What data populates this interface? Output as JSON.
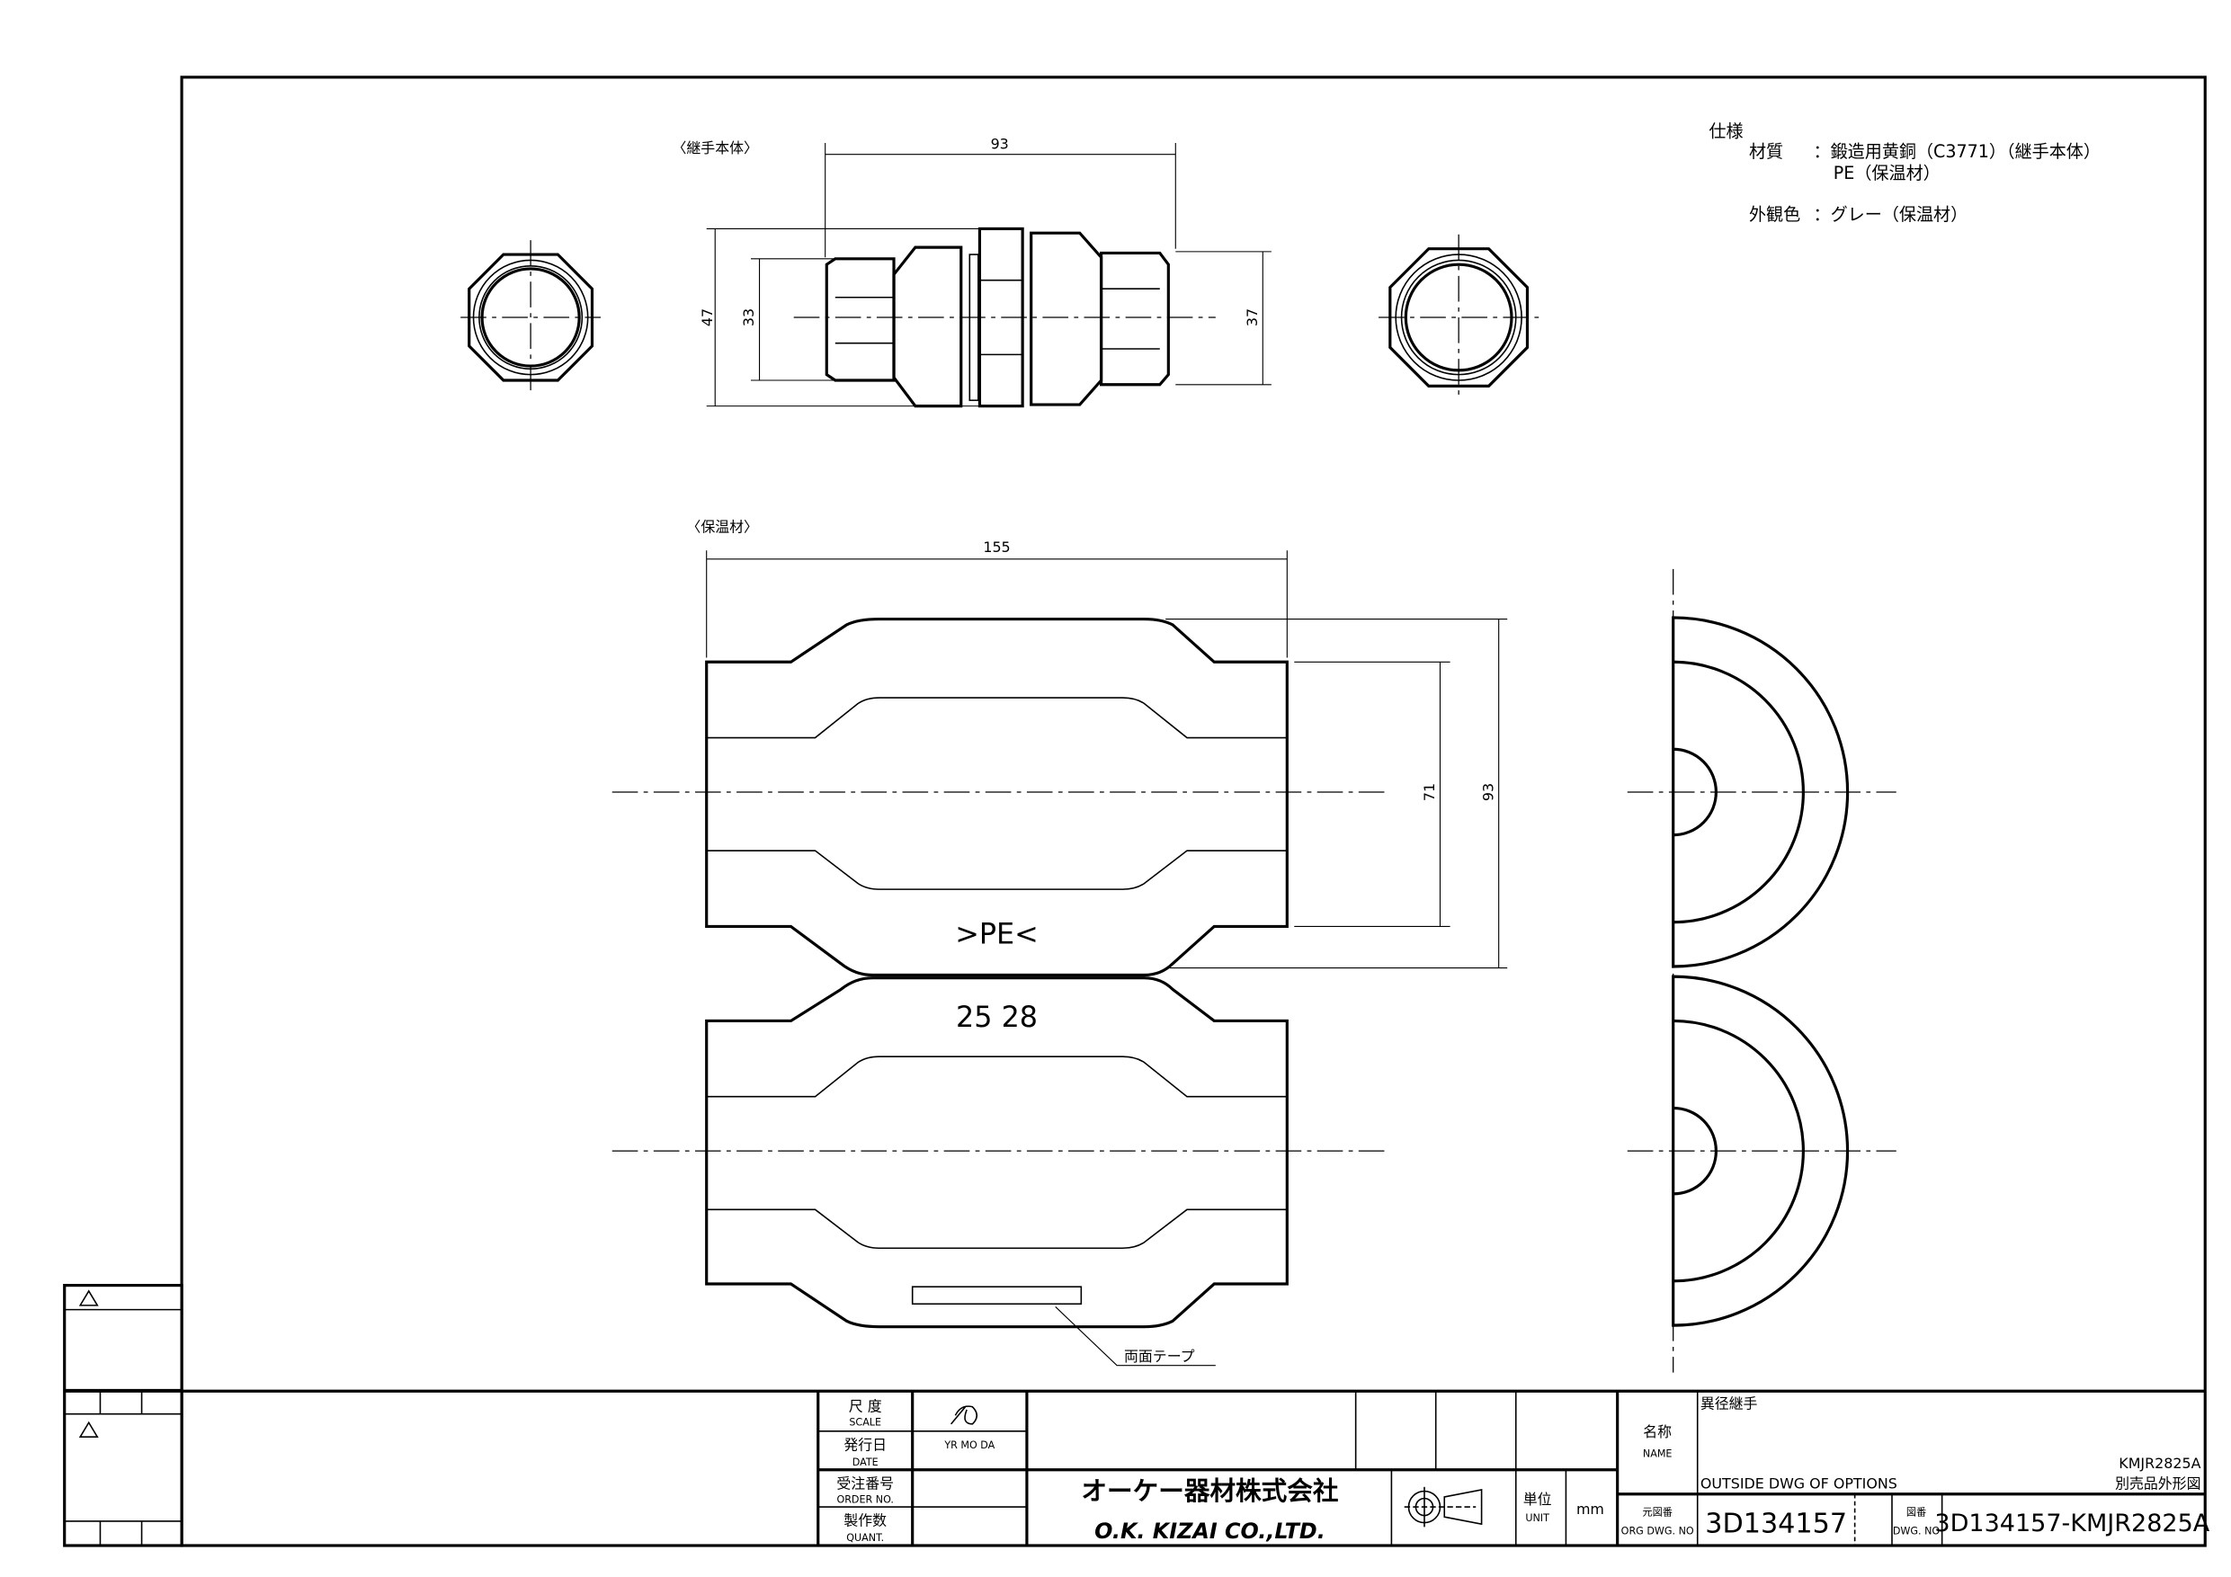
{
  "spec": {
    "heading": "仕様",
    "material_label": "材質",
    "material_1": "：鍛造用黄銅（C3771）（継手本体）",
    "material_2": "PE（保温材）",
    "color_label": "外観色",
    "color_value": "：グレー（保温材）"
  },
  "views": {
    "body_label": "〈継手本体〉",
    "insulation_label": "〈保温材〉",
    "mark_pe": ">PE<",
    "mark_size": "25 28",
    "tape_label": "両面テープ"
  },
  "dims": {
    "body_length": "93",
    "body_od": "47",
    "body_left": "33",
    "body_right": "37",
    "ins_length": "155",
    "ins_inner": "71",
    "ins_outer": "93"
  },
  "title_block": {
    "scale_jp": "尺 度",
    "scale_en": "SCALE",
    "date_jp": "発行日",
    "date_en": "DATE",
    "date_fmt": "YR  MO  DA",
    "order_jp": "受注番号",
    "order_en": "ORDER NO.",
    "quant_jp": "製作数",
    "quant_en": "QUANT.",
    "company_jp": "オーケー器材株式会社",
    "company_en": "O.K. KIZAI CO.,LTD.",
    "unit_jp": "単位",
    "unit_en": "UNIT",
    "unit_value": "mm",
    "name_jp": "名称",
    "name_en": "NAME",
    "name_value": "異径継手",
    "name_desc_en": "OUTSIDE DWG OF OPTIONS",
    "name_code": "KMJR2825A",
    "name_desc_jp": "別売品外形図",
    "org_jp": "元図番",
    "org_en": "ORG DWG. NO",
    "org_value": "3D134157",
    "dwg_jp": "図番",
    "dwg_en": "DWG. NO",
    "dwg_value": "3D134157-KMJR2825A"
  }
}
